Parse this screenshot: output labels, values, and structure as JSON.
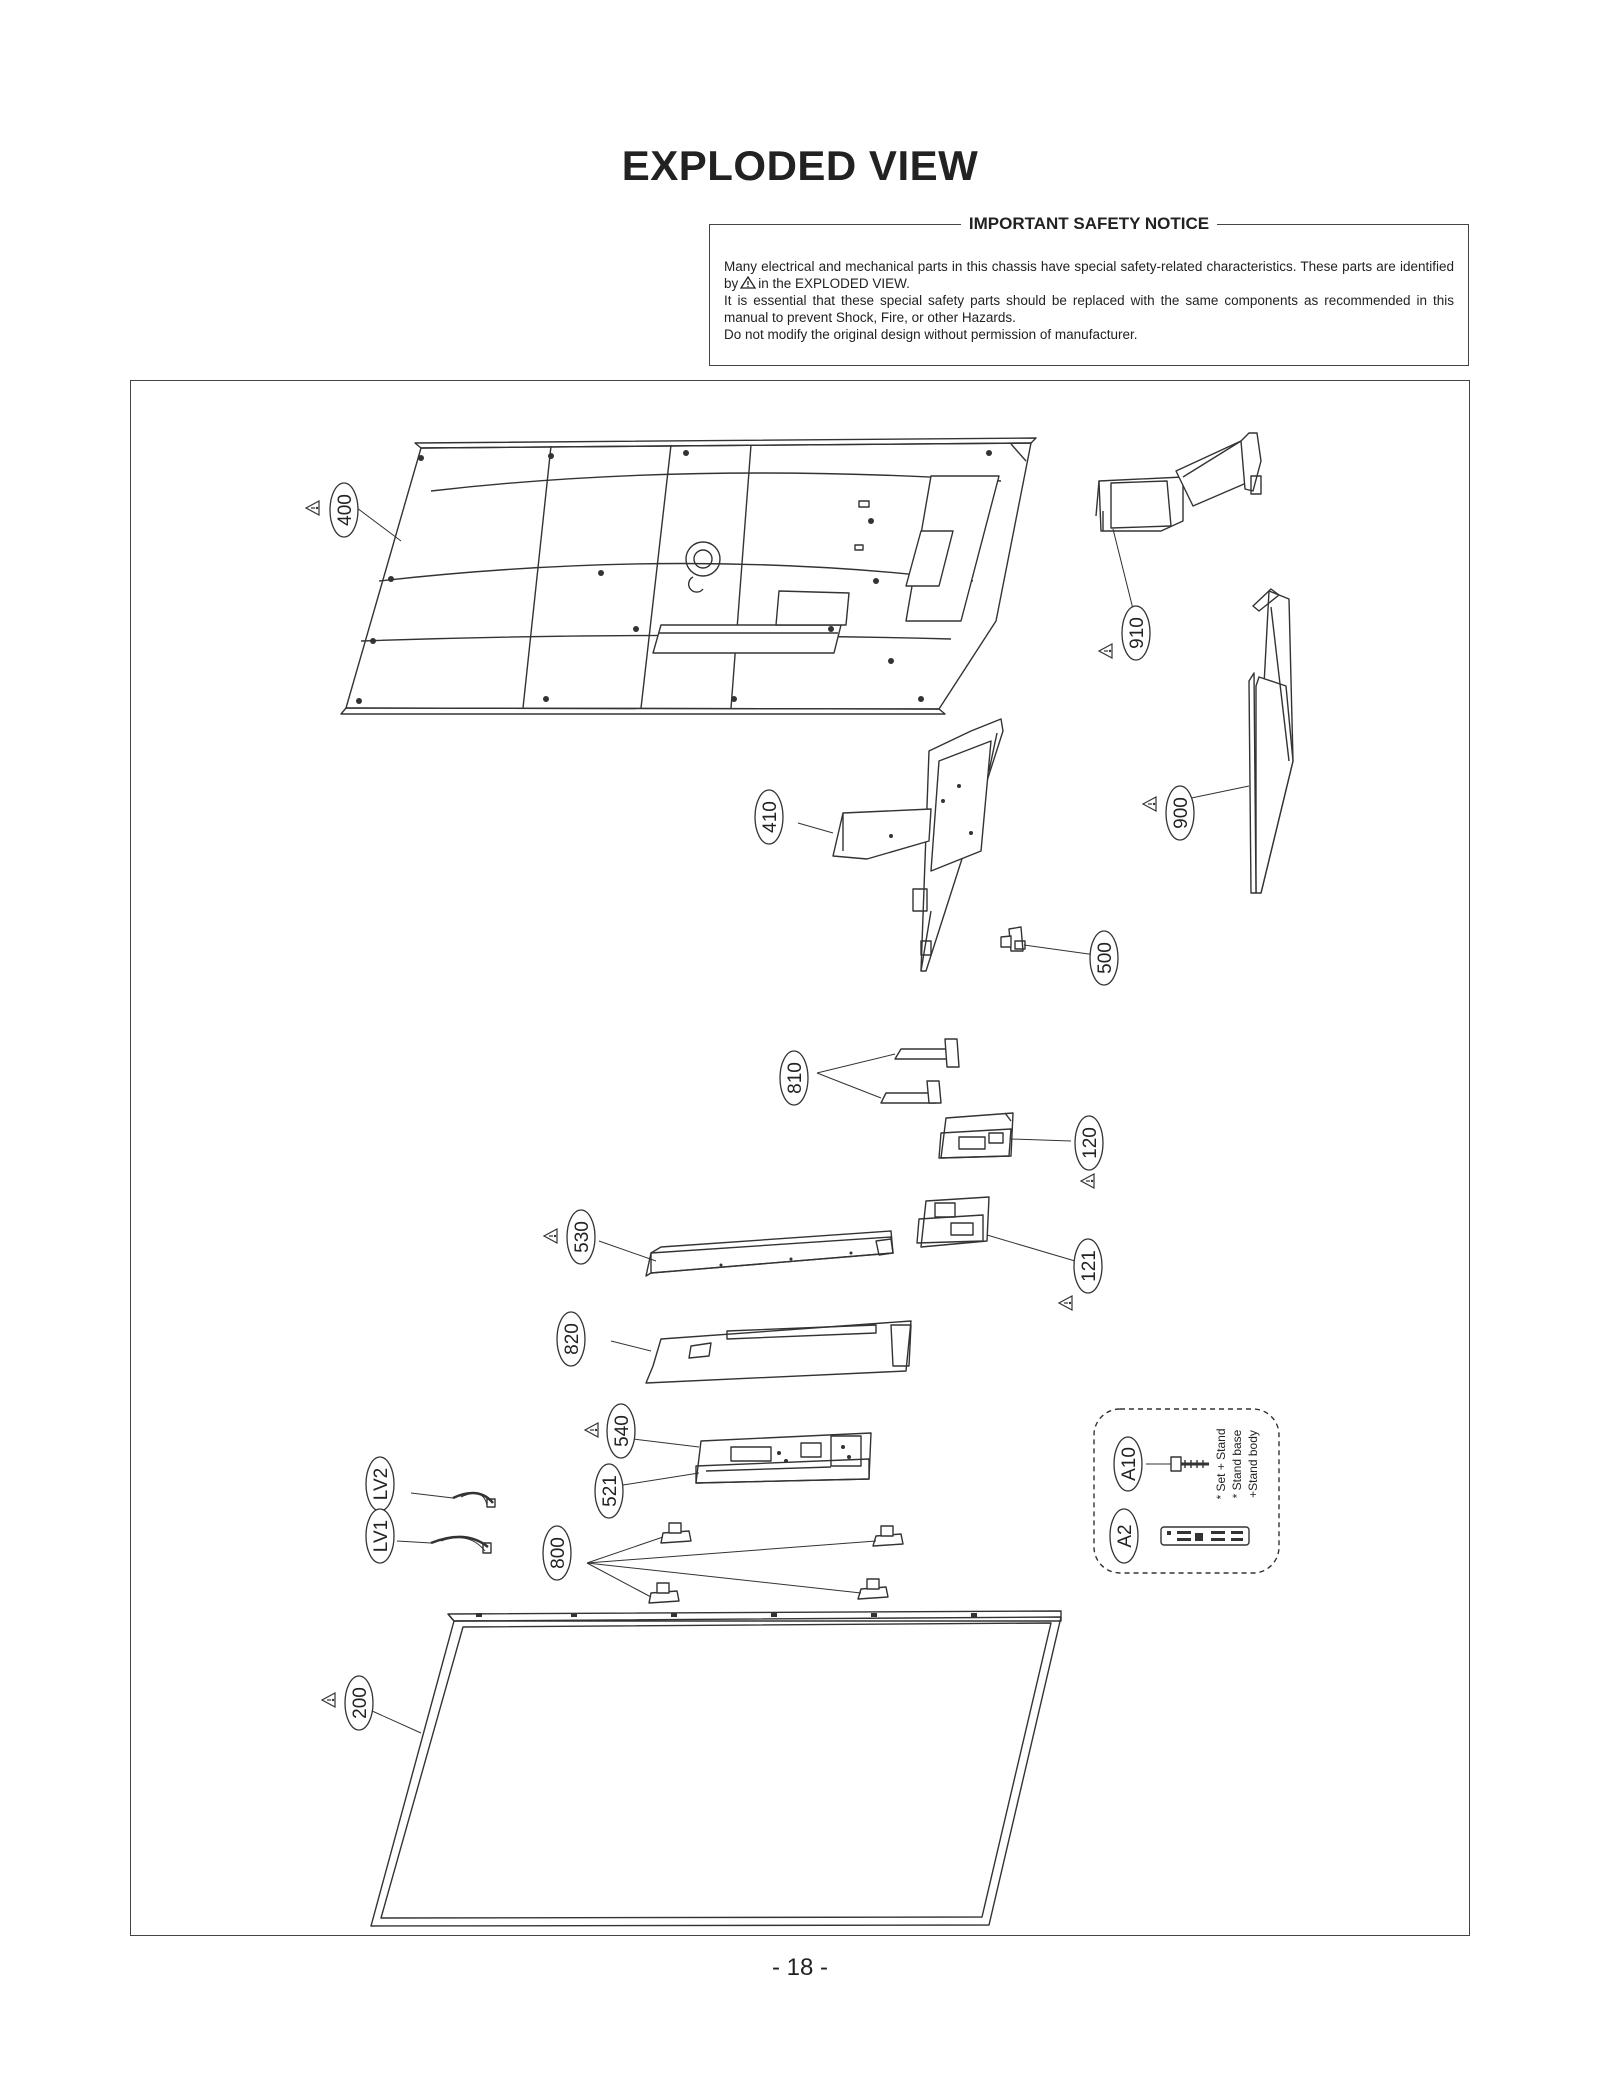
{
  "page": {
    "title": "EXPLODED VIEW",
    "page_number": "- 18 -"
  },
  "notice": {
    "heading": "IMPORTANT SAFETY NOTICE",
    "line1_before": "Many electrical and mechanical parts in this chassis have special safety-related characteristics. These parts are identified by",
    "line1_after": "in the EXPLODED VIEW.",
    "line2": "It is essential that these special safety parts should be replaced with the same components as recommended in this manual to prevent Shock, Fire, or other Hazards.",
    "line3": "Do not modify the original design without permission of manufacturer.",
    "warning_icon": "warning-triangle-icon"
  },
  "parts": [
    {
      "id": "p400",
      "label": "400",
      "safety": true
    },
    {
      "id": "p910",
      "label": "910",
      "safety": true
    },
    {
      "id": "p900",
      "label": "900",
      "safety": true
    },
    {
      "id": "p410",
      "label": "410",
      "safety": false
    },
    {
      "id": "p500",
      "label": "500",
      "safety": false
    },
    {
      "id": "p810",
      "label": "810",
      "safety": false
    },
    {
      "id": "p120",
      "label": "120",
      "safety": true
    },
    {
      "id": "p530",
      "label": "530",
      "safety": true
    },
    {
      "id": "p121",
      "label": "121",
      "safety": true
    },
    {
      "id": "p820",
      "label": "820",
      "safety": false
    },
    {
      "id": "p540",
      "label": "540",
      "safety": true
    },
    {
      "id": "p521",
      "label": "521",
      "safety": false
    },
    {
      "id": "pLV2",
      "label": "LV2",
      "safety": false
    },
    {
      "id": "pLV1",
      "label": "LV1",
      "safety": false
    },
    {
      "id": "p800",
      "label": "800",
      "safety": false
    },
    {
      "id": "p200",
      "label": "200",
      "safety": true
    },
    {
      "id": "pA10",
      "label": "A10",
      "safety": false
    },
    {
      "id": "pA2",
      "label": "A2",
      "safety": false
    }
  ],
  "accessory_box": {
    "screw_notes": [
      "* Set + Stand",
      "* Stand base",
      "+Stand body"
    ]
  }
}
